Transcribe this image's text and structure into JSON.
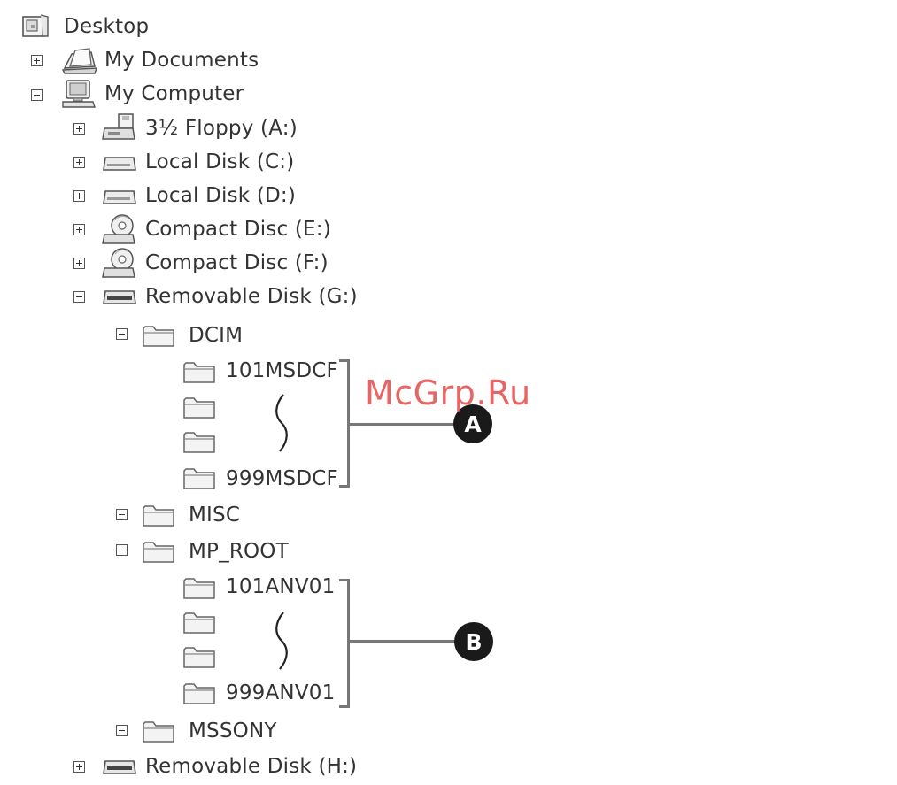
{
  "tree": {
    "desktop": "Desktop",
    "my_documents": "My Documents",
    "my_computer": "My Computer",
    "floppy": "3½ Floppy (A:)",
    "local_c": "Local Disk (C:)",
    "local_d": "Local Disk (D:)",
    "cd_e": "Compact Disc (E:)",
    "cd_f": "Compact Disc (F:)",
    "removable_g": "Removable Disk (G:)",
    "dcim": "DCIM",
    "dcim_first": "101MSDCF",
    "dcim_last": "999MSDCF",
    "misc": "MISC",
    "mp_root": "MP_ROOT",
    "mp_first": "101ANV01",
    "mp_last": "999ANV01",
    "mssony": "MSSONY",
    "removable_h": "Removable Disk (H:)"
  },
  "callouts": {
    "a": "A",
    "b": "B"
  },
  "watermark": "McGrp.Ru",
  "colors": {
    "watermark": "#e23a3a",
    "callout": "#1a1a1a",
    "bracket": "#777777"
  }
}
